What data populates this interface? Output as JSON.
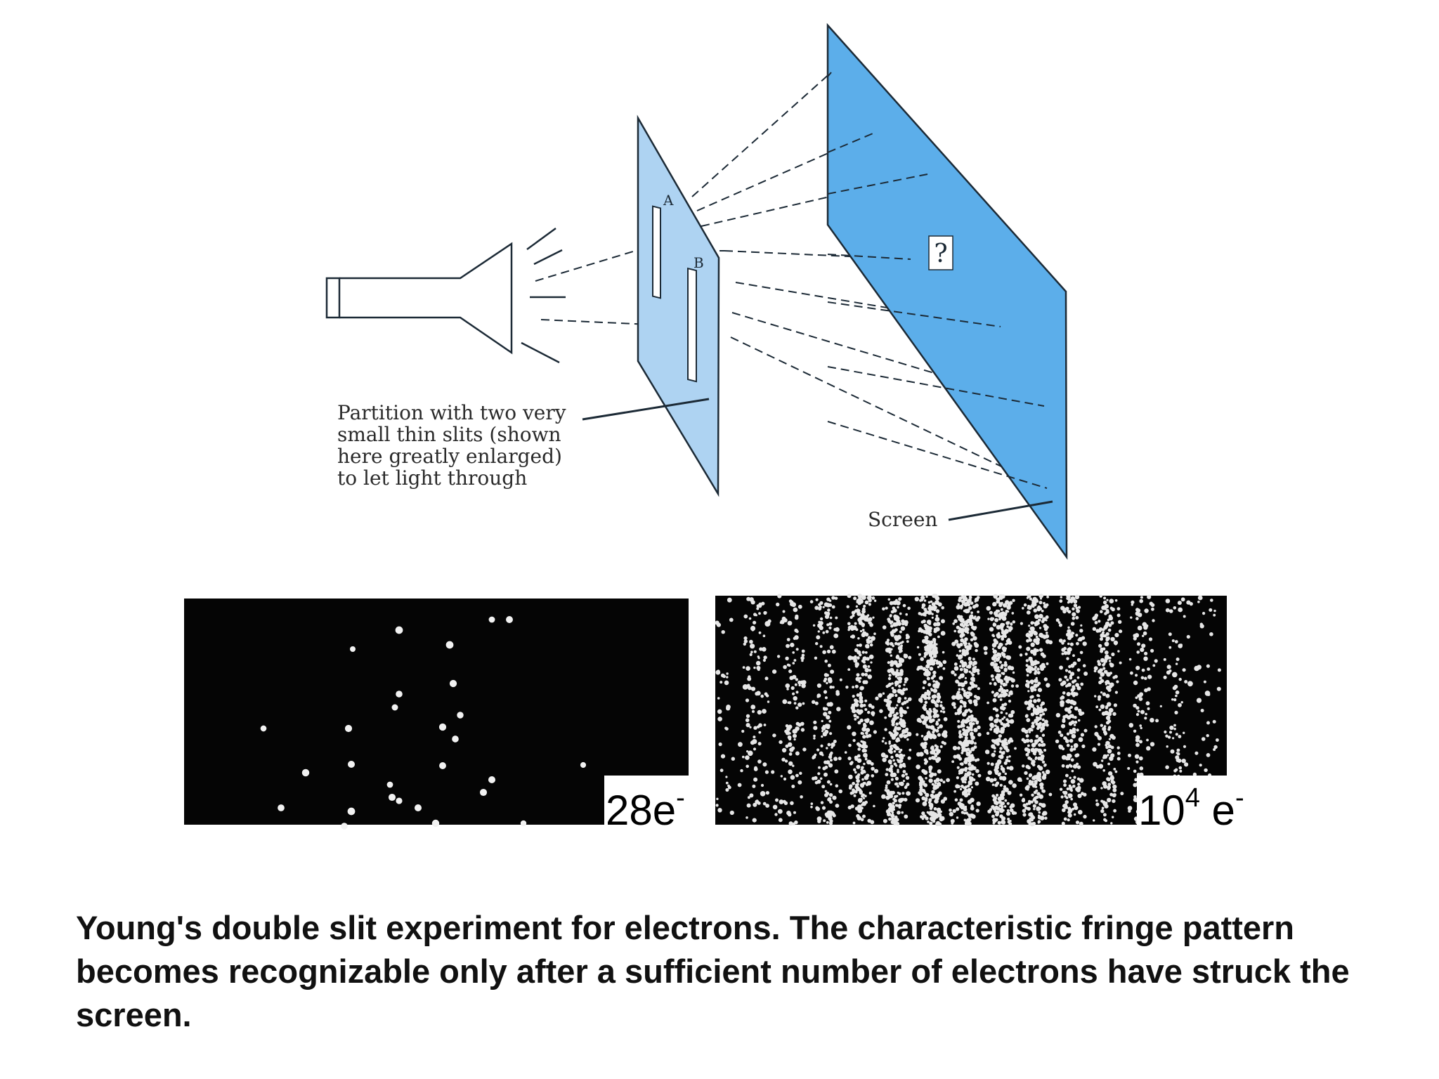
{
  "diagram": {
    "slit_a_label": "A",
    "slit_b_label": "B",
    "screen_question": "?",
    "partition_label_lines": [
      "Partition with two very",
      "small thin slits (shown",
      "here greatly enlarged)",
      "to let light through"
    ],
    "screen_label": "Screen",
    "colors": {
      "partition_fill": "#aed3f2",
      "screen_fill": "#5caeea",
      "outline": "#1c2a36"
    }
  },
  "panels": {
    "left": {
      "count_label": "28e",
      "superscript": "-",
      "dots": 28
    },
    "right": {
      "count_base": "10",
      "count_exponent": "4",
      "count_suffix": " e",
      "suffix_superscript": "-",
      "dots": 10000
    }
  },
  "caption": {
    "text": "Young's double slit experiment for electrons. The characteristic fringe pattern becomes recognizable only after a sufficient number of electrons have struck the screen."
  }
}
